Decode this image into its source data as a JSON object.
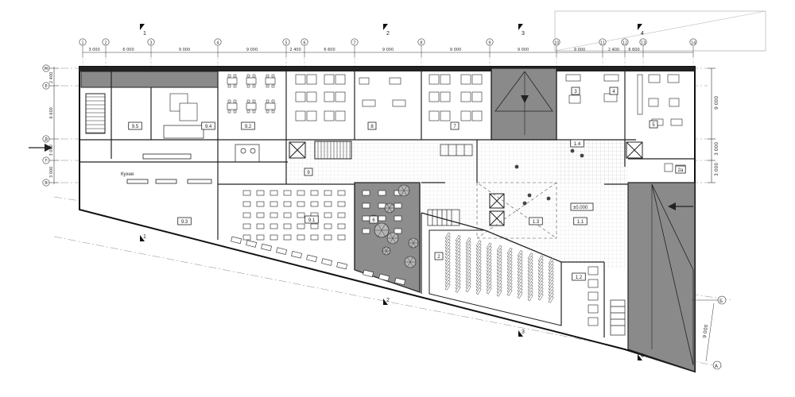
{
  "axes_top": {
    "labels": [
      "1",
      "2",
      "3",
      "4",
      "5",
      "6",
      "7",
      "8",
      "9",
      "10",
      "11",
      "12",
      "13",
      "14"
    ],
    "dims": [
      "3 000",
      "6 000",
      "9 000",
      "9 000",
      "2 400",
      "6 600",
      "9 000",
      "9 000",
      "9 000",
      "9 000",
      "2 400",
      "6 600"
    ]
  },
  "axes_left": {
    "labels": [
      "Ж",
      "Е",
      "Д",
      "Г",
      "В"
    ],
    "dims": [
      "2 400",
      "6 600",
      "3 000",
      "3 000"
    ]
  },
  "axes_right": {
    "dims": [
      "9 000",
      "3 000",
      "3 000"
    ]
  },
  "axes_diag": {
    "labels": [
      "Б",
      "А"
    ],
    "dim": "9 000"
  },
  "rooms": {
    "r9_5": "9.5",
    "r9_4": "9.4",
    "r9_2": "9.2",
    "r8": "8",
    "r7": "7",
    "r3": "3",
    "r4": "4",
    "r5": "5",
    "r1_4": "1.4",
    "r9": "9",
    "r9_3": "9.3",
    "r9_1": "9.1",
    "r6": "6",
    "r2": "2",
    "r1_3": "1.3",
    "r1_1": "1.1",
    "r1_2": "1.2",
    "r2a": "2a"
  },
  "kitchen_label": "Кухня",
  "level_mark": "±0.000",
  "section_marks": {
    "s1": "1",
    "s2": "2",
    "s3": "3",
    "s4": "4"
  }
}
